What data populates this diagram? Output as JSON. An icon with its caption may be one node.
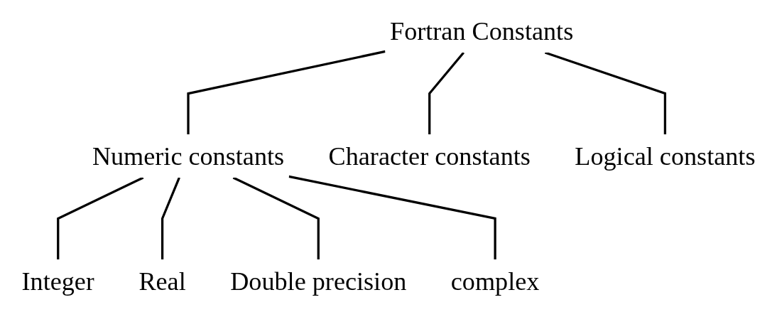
{
  "diagram": {
    "nodes": [
      {
        "text": [
          "Fortran Constants"
        ]
      },
      {
        "text": [
          "Numeric constants"
        ]
      },
      {
        "text": [
          "Character constants"
        ]
      },
      {
        "text": [
          "Logical constants"
        ]
      },
      {
        "text": [
          "Integer"
        ]
      },
      {
        "text": [
          "Real"
        ]
      },
      {
        "text": [
          "Double precision"
        ]
      },
      {
        "text": [
          "complex"
        ]
      }
    ],
    "edges": [
      {
        "from": 0,
        "to": 1,
        "arrow": "none"
      },
      {
        "from": 0,
        "to": 2,
        "arrow": "none"
      },
      {
        "from": 0,
        "to": 3,
        "arrow": "none"
      },
      {
        "from": 1,
        "to": 4,
        "arrow": "none"
      },
      {
        "from": 1,
        "to": 5,
        "arrow": "none"
      },
      {
        "from": 1,
        "to": 6,
        "arrow": "none"
      },
      {
        "from": 1,
        "to": 7,
        "arrow": "none"
      }
    ]
  }
}
